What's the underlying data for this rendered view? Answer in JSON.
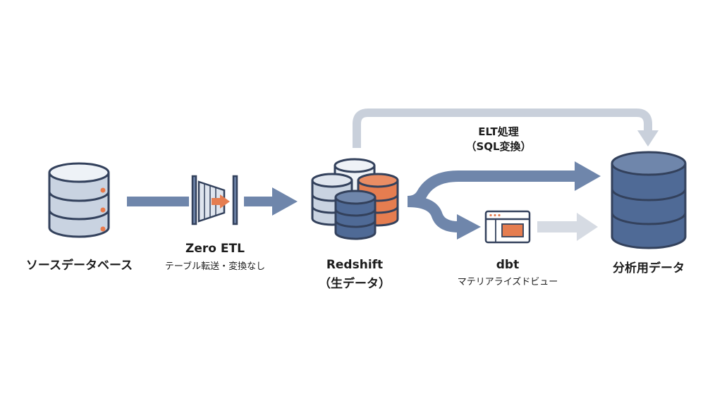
{
  "nodes": {
    "source": {
      "label": "ソースデータベース"
    },
    "zero_etl": {
      "title": "Zero ETL",
      "subtitle": "テーブル転送・変換なし"
    },
    "redshift": {
      "title": "Redshift",
      "subtitle": "（生データ）"
    },
    "dbt": {
      "title": "dbt",
      "subtitle": "マテリアライズドビュー"
    },
    "analytics": {
      "label": "分析用データ"
    }
  },
  "edges": {
    "elt": {
      "line1": "ELT処理",
      "line2": "（SQL変換）"
    }
  },
  "colors": {
    "outline": "#33415c",
    "db_blue": "#4f6a96",
    "db_light": "#c9d3e1",
    "db_white": "#eef2f7",
    "db_orange": "#e57d50",
    "arrow_main": "#6f86ab",
    "arrow_light": "#c9d0db",
    "arrow_faint": "#d6dbe3",
    "dot_orange": "#ea7a4a"
  }
}
